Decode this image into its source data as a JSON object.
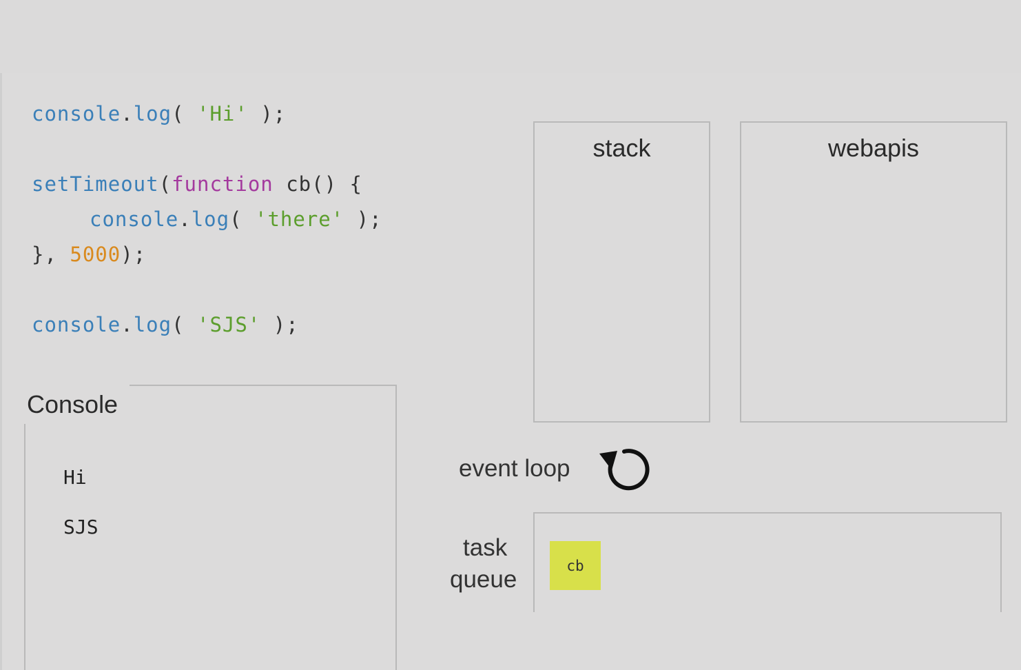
{
  "code": {
    "line1": {
      "obj": "console",
      "dot": ".",
      "method": "log",
      "open": "( ",
      "str": "'Hi'",
      "close": " );"
    },
    "line2": {
      "fn": "setTimeout",
      "open": "(",
      "kw": "function",
      "rest": " cb() {"
    },
    "line3": {
      "obj": "console",
      "dot": ".",
      "method": "log",
      "open": "( ",
      "str": "'there'",
      "close": " );"
    },
    "line4": {
      "pre": "}, ",
      "num": "5000",
      "close": ");"
    },
    "line5": {
      "obj": "console",
      "dot": ".",
      "method": "log",
      "open": "( ",
      "str": "'SJS'",
      "close": " );"
    }
  },
  "panels": {
    "stack_title": "stack",
    "webapis_title": "webapis",
    "console_title": "Console",
    "event_loop_label": "event loop",
    "task_queue_label_1": "task",
    "task_queue_label_2": "queue"
  },
  "console_output": [
    "Hi",
    "SJS"
  ],
  "task_queue_items": [
    "cb"
  ],
  "colors": {
    "background": "#dcdbdb",
    "code_object": "#3a7fb8",
    "code_string": "#5c9e2d",
    "code_keyword": "#a43a9e",
    "code_number": "#d98a1e",
    "queue_chip": "#d8e04a"
  },
  "icons": {
    "event_loop": "refresh-arrow-icon"
  }
}
